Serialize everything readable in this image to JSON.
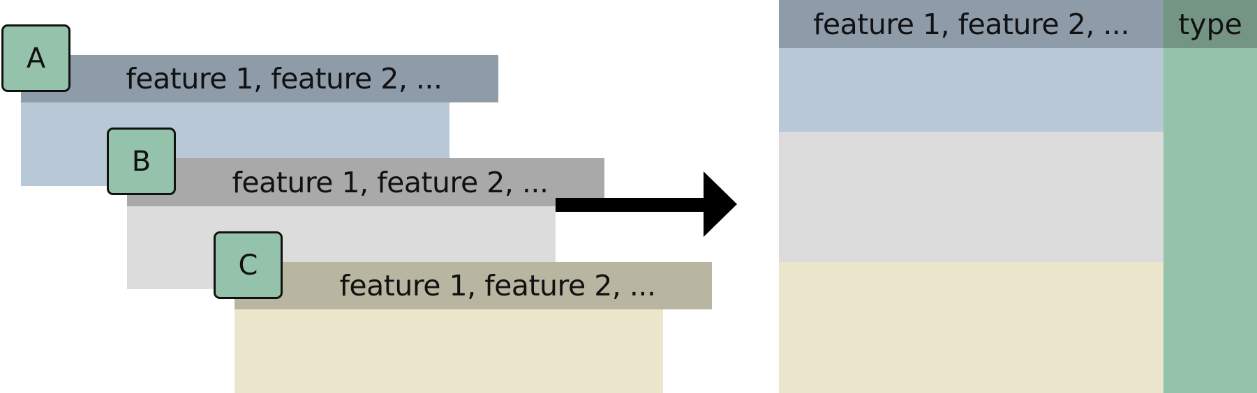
{
  "tables": [
    {
      "label": "A",
      "header": "feature 1, feature 2, ...",
      "header_color": "#8e9ba8",
      "body_color": "#b8c8d7"
    },
    {
      "label": "B",
      "header": "feature 1, feature 2, ...",
      "header_color": "#a9a9a9",
      "body_color": "#dcdcdc"
    },
    {
      "label": "C",
      "header": "feature 1, feature 2, ...",
      "header_color": "#b8b6a1",
      "body_color": "#ece7cc"
    }
  ],
  "label_box_color": "#95c2aa",
  "merged": {
    "header": "feature 1, feature 2, ...",
    "type_header": "type",
    "header_color": "#8e9ba8",
    "type_header_color": "#749584",
    "type_column_color": "#95c2aa",
    "sections": [
      {
        "color": "#b8c8d7"
      },
      {
        "color": "#dcdcdc"
      },
      {
        "color": "#ece7cc"
      }
    ]
  }
}
